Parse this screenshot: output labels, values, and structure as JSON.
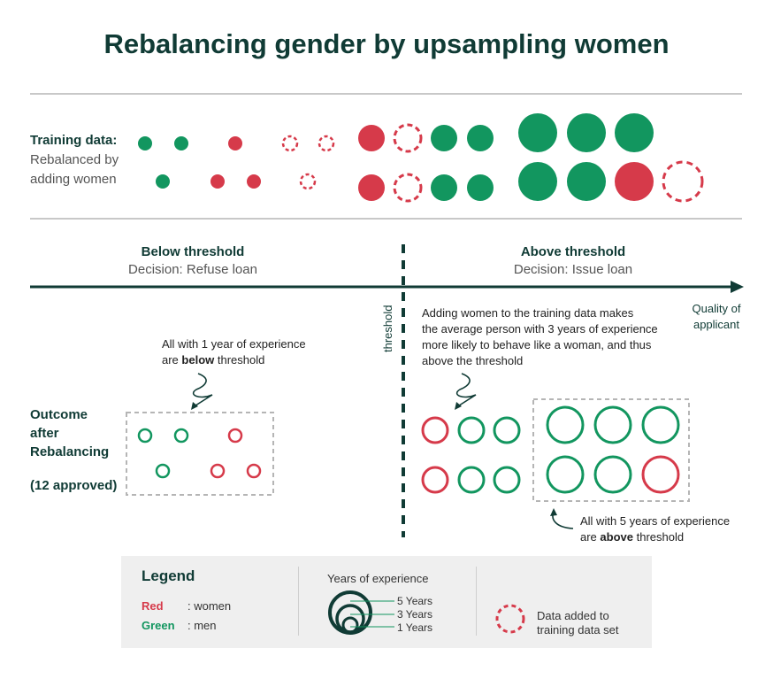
{
  "title": "Rebalancing gender by upsampling women",
  "training": {
    "label": "Training data:",
    "sub_line1": "Rebalanced by",
    "sub_line2": "adding women"
  },
  "sections": {
    "below_title": "Below threshold",
    "below_sub": "Decision: Refuse loan",
    "above_title": "Above threshold",
    "above_sub": "Decision: Issue loan",
    "threshold_label": "threshold",
    "axis_line1": "Quality of",
    "axis_line2": "applicant"
  },
  "notes": {
    "below_line1": "All with 1 year of experience",
    "below_line2_pre": "are ",
    "below_line2_bold": "below",
    "below_line2_post": " threshold",
    "middle_line1": "Adding women to the training data makes",
    "middle_line2": "the average person with 3 years of experience",
    "middle_line3": "more likely to behave like a woman, and thus",
    "middle_line4": "above the threshold",
    "above_line1": "All with 5 years of experience",
    "above_line2_pre": "are ",
    "above_line2_bold": "above",
    "above_line2_post": " threshold"
  },
  "outcome": {
    "line1": "Outcome",
    "line2": "after",
    "line3": "Rebalancing",
    "approved": "(12 approved)"
  },
  "legend": {
    "title": "Legend",
    "red_key": "Red",
    "red_val": ": women",
    "green_key": "Green",
    "green_val": ": men",
    "years_title": "Years of experience",
    "y5": "5 Years",
    "y3": "3 Years",
    "y1": "1 Years",
    "added_line1": "Data added to",
    "added_line2": "training data set"
  },
  "colors": {
    "red": "#d63a4a",
    "green": "#12965f",
    "dark": "#103b35"
  }
}
